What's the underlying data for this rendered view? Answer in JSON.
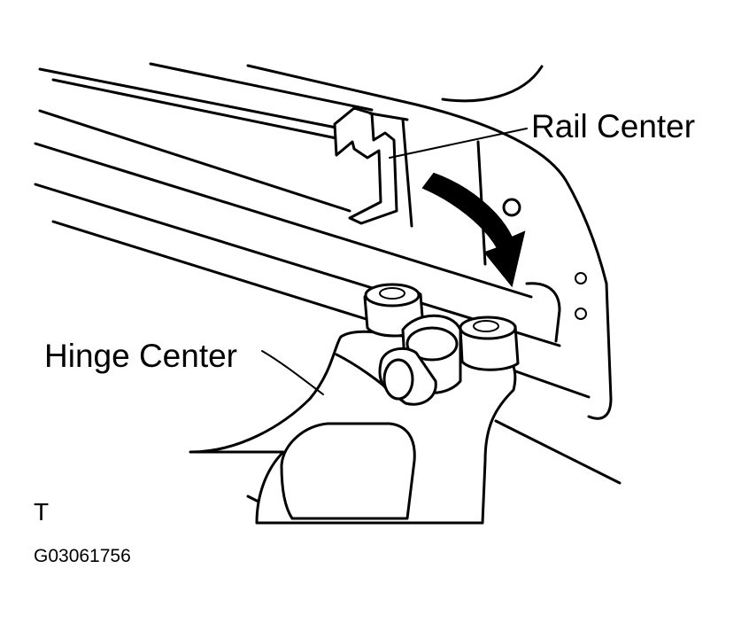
{
  "labels": {
    "rail_center": "Rail Center",
    "hinge_center": "Hinge Center",
    "mark": "T",
    "figure_code": "G03061756"
  },
  "colors": {
    "line": "#000000",
    "background": "#ffffff"
  }
}
